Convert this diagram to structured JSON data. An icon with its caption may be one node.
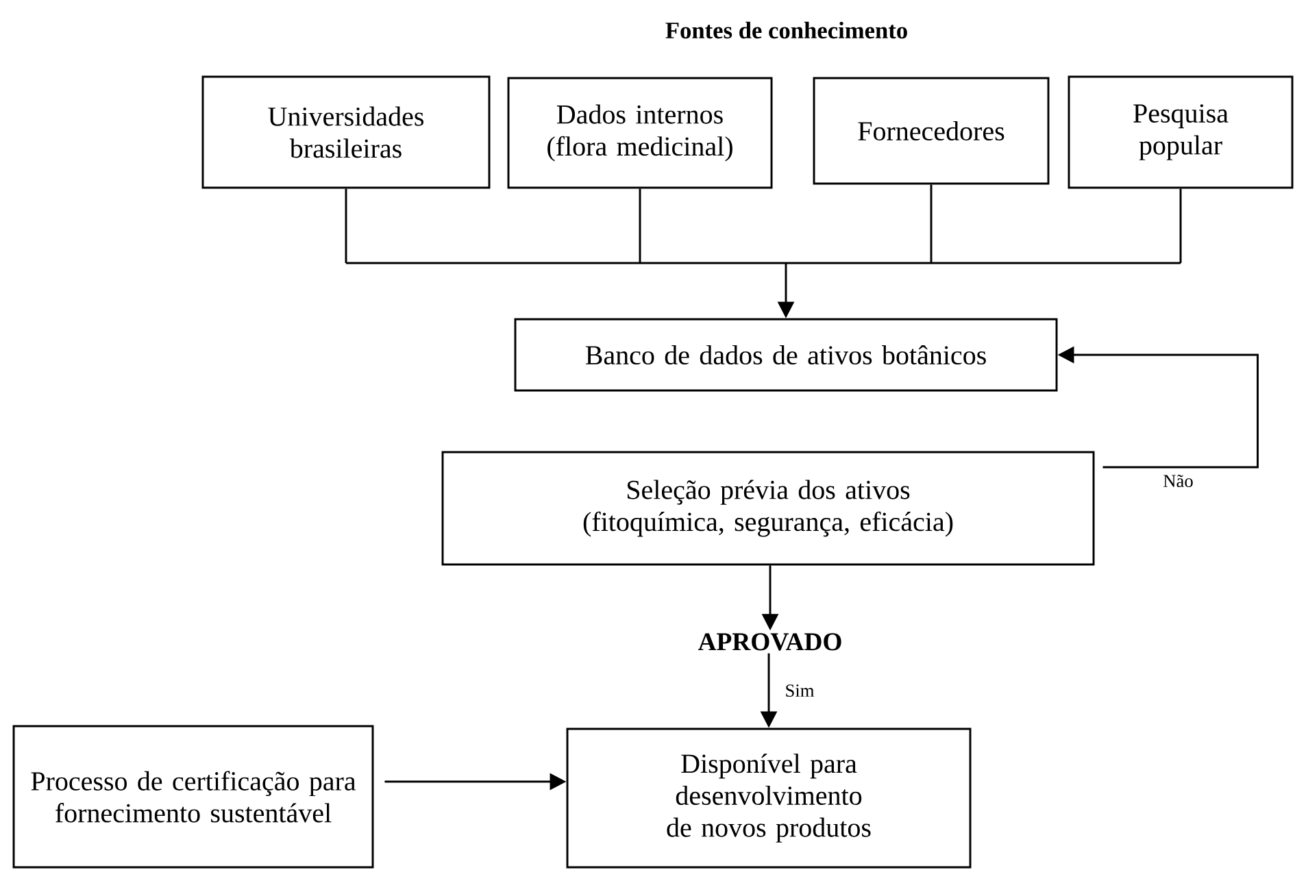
{
  "diagram": {
    "title": "Fontes de conhecimento",
    "nodes": [
      {
        "text": [
          "Universidades brasileiras"
        ]
      },
      {
        "text": [
          "Dados internos (flora medicinal)"
        ]
      },
      {
        "text": [
          "Fornecedores"
        ]
      },
      {
        "text": [
          "Pesquisa popular"
        ]
      },
      {
        "text": [
          "Banco de dados de ativos botânicos"
        ]
      },
      {
        "text": [
          "Seleção prévia dos ativos (fitoquímica, segurança, eficácia)"
        ]
      },
      {
        "text": [
          "APROVADO"
        ]
      },
      {
        "text": [
          "Processo de certificação para fornecimento sustentável"
        ]
      },
      {
        "text": [
          "Disponível para desenvolvimento de novos produtos"
        ]
      }
    ],
    "edges": [
      {
        "from": 0,
        "to": 4,
        "arrow": "to"
      },
      {
        "from": 1,
        "to": 4,
        "arrow": "to"
      },
      {
        "from": 2,
        "to": 4,
        "arrow": "to"
      },
      {
        "from": 3,
        "to": 4,
        "arrow": "to"
      },
      {
        "from": 5,
        "to": 6,
        "arrow": "to"
      },
      {
        "from": 6,
        "to": 8,
        "arrow": "to",
        "label": "Sim"
      },
      {
        "from": 5,
        "to": 4,
        "arrow": "to",
        "label": "Não"
      },
      {
        "from": 7,
        "to": 8,
        "arrow": "to"
      }
    ]
  }
}
